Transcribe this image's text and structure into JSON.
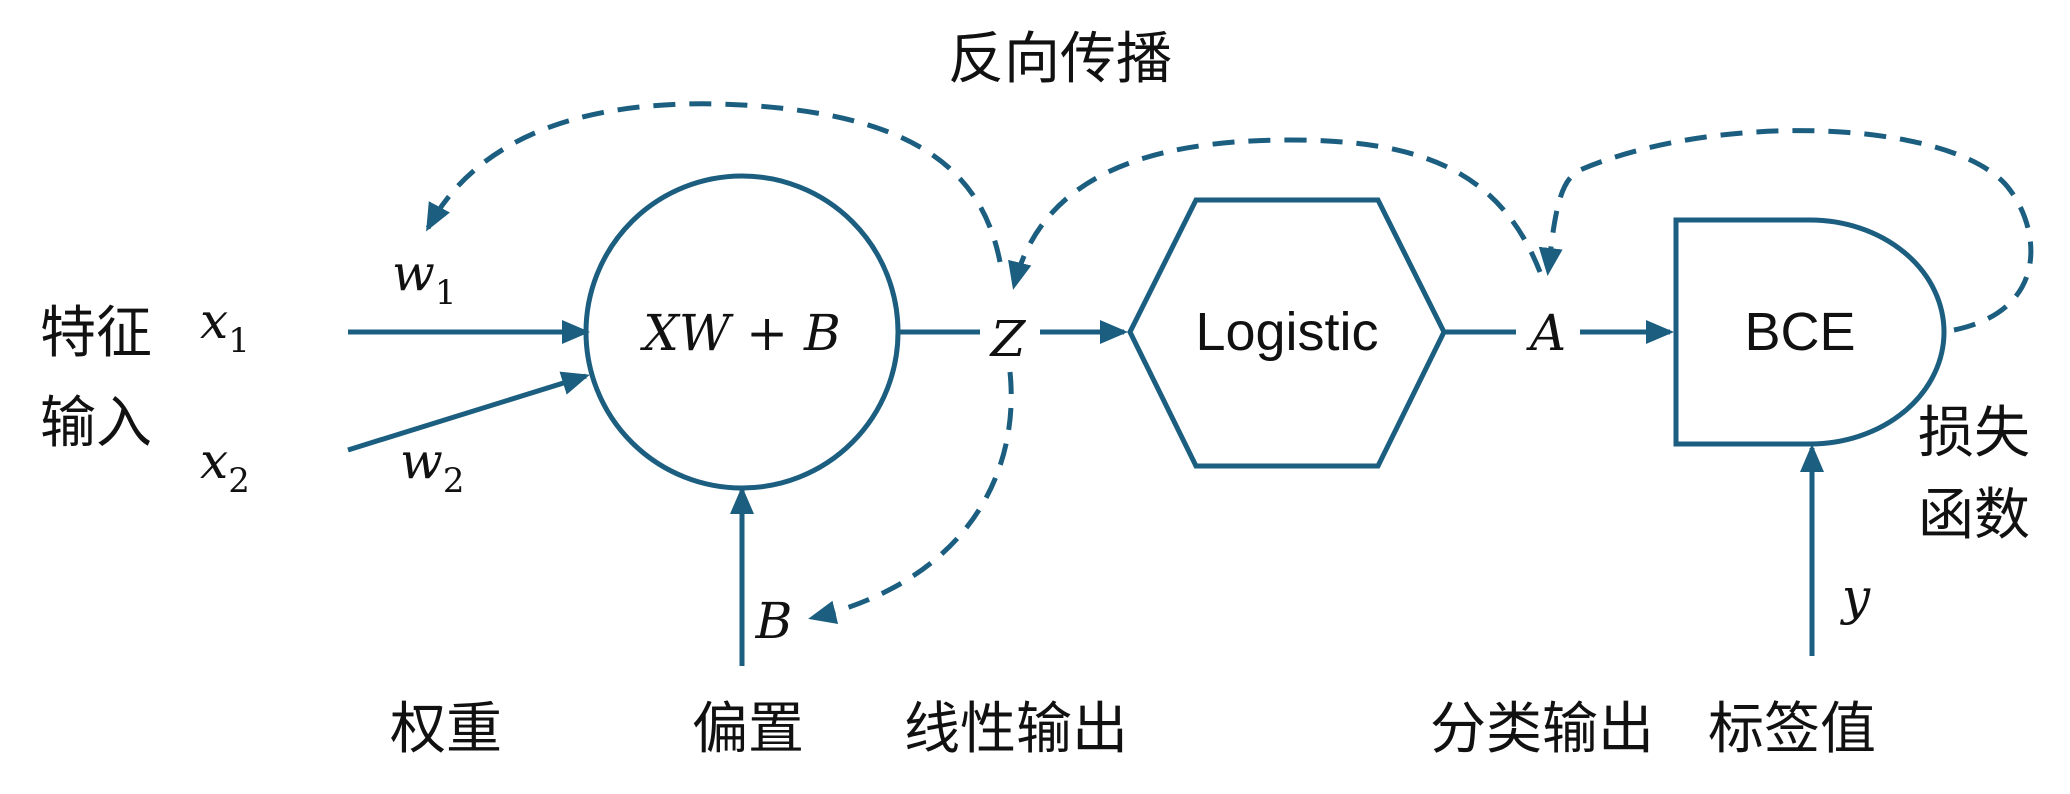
{
  "title": "反向传播",
  "feature_input": [
    "特征",
    "输入"
  ],
  "inputs": [
    {
      "var": "x",
      "sub": "1"
    },
    {
      "var": "x",
      "sub": "2"
    }
  ],
  "weights": [
    {
      "var": "w",
      "sub": "1"
    },
    {
      "var": "w",
      "sub": "2"
    }
  ],
  "linear_node": {
    "label": "XW + B"
  },
  "bias_symbol": "B",
  "z_symbol": "Z",
  "logistic_node": {
    "label": "Logistic"
  },
  "a_symbol": "A",
  "loss_node": {
    "label": "BCE"
  },
  "y_symbol": "y",
  "loss_caption": [
    "损失",
    "函数"
  ],
  "bottom_labels": {
    "weights": "权重",
    "bias": "偏置",
    "linear_output": "线性输出",
    "class_output": "分类输出",
    "label_value": "标签值"
  },
  "colors": {
    "accent": "#1b5e80",
    "text": "#111111"
  }
}
